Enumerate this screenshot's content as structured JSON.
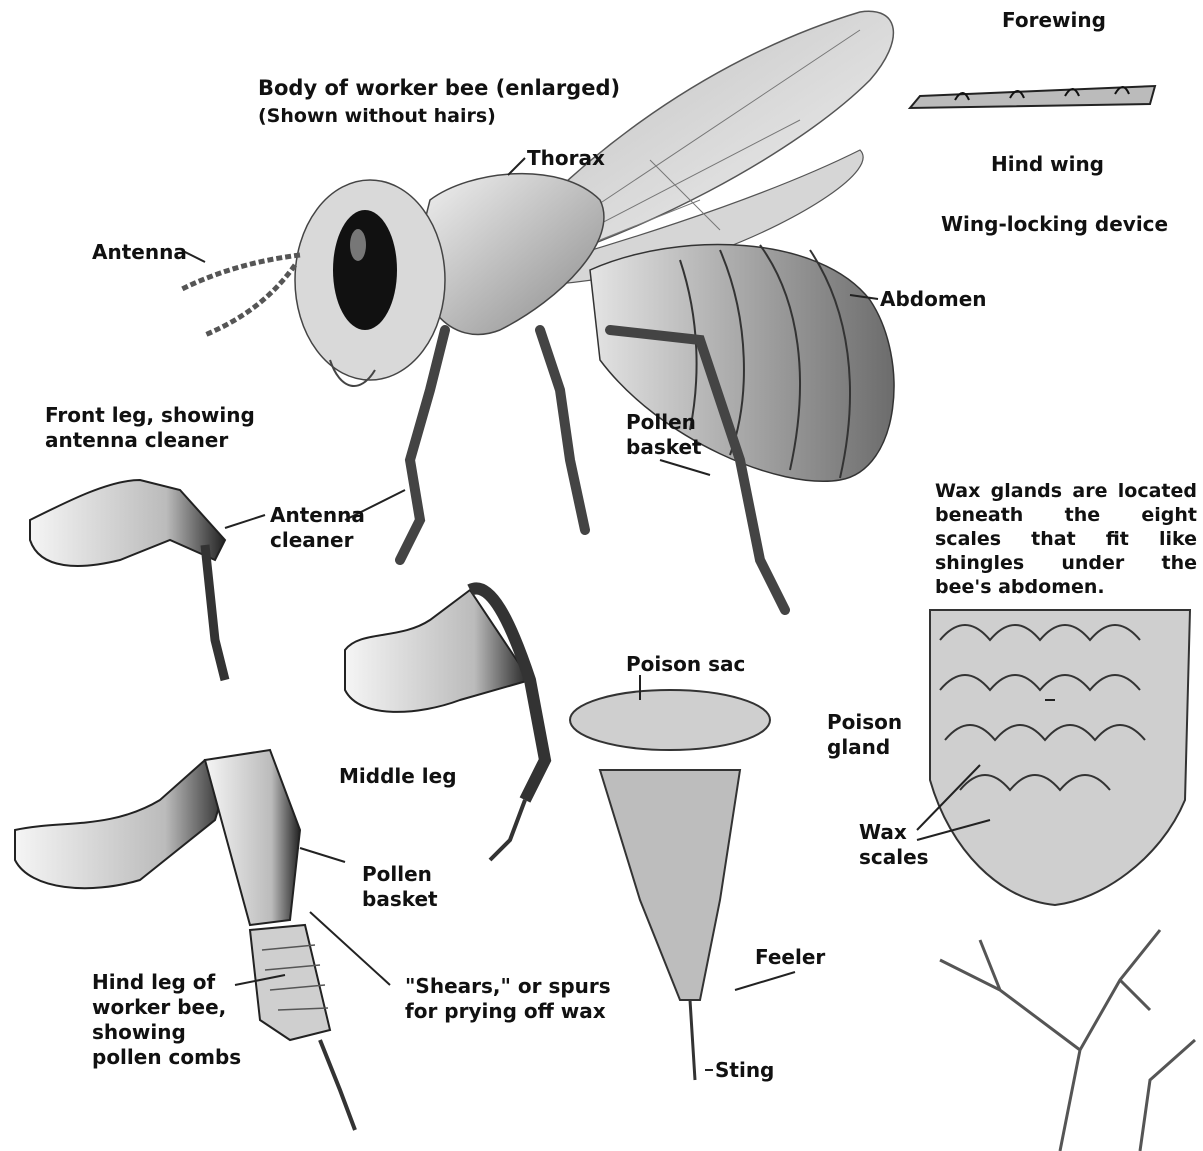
{
  "title": "Body of worker bee (enlarged)",
  "subtitle": "(Shown without hairs)",
  "labels": {
    "forewing": "Forewing",
    "hind_wing": "Hind wing",
    "wing_locking": "Wing-locking device",
    "thorax": "Thorax",
    "antenna": "Antenna",
    "abdomen": "Abdomen",
    "front_leg": [
      "Front leg, showing",
      "antenna cleaner"
    ],
    "antenna_cleaner": [
      "Antenna",
      "cleaner"
    ],
    "pollen_basket_top": [
      "Pollen",
      "basket"
    ],
    "wax_glands_note": "Wax glands are located beneath the eight scales that fit like shingles under the bee's abdomen.",
    "poison_sac": "Poison sac",
    "poison_gland": [
      "Poison",
      "gland"
    ],
    "middle_leg": "Middle leg",
    "wax_scales": [
      "Wax",
      "scales"
    ],
    "pollen_basket_bottom": [
      "Pollen",
      "basket"
    ],
    "shears": [
      "\"Shears,\" or spurs",
      "for prying off wax"
    ],
    "feeler": "Feeler",
    "hind_leg": [
      "Hind leg of",
      "worker bee,",
      "showing",
      "pollen combs"
    ],
    "sting": "Sting"
  }
}
